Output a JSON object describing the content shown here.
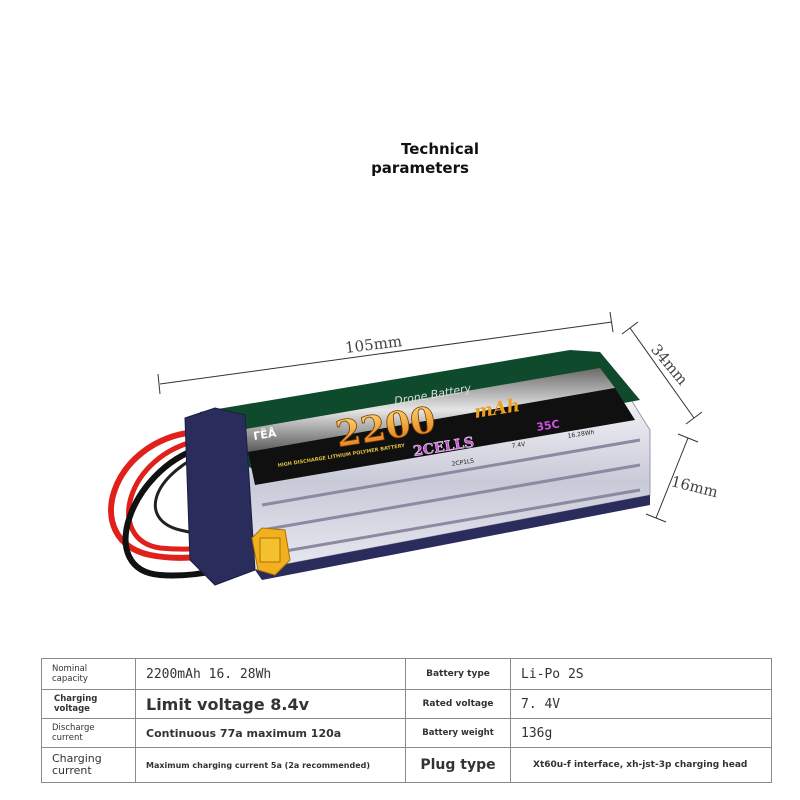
{
  "header": {
    "title_line1": "Technical",
    "title_line2": "parameters"
  },
  "dimensions": {
    "length": "105mm",
    "width": "34mm",
    "height": "16mm"
  },
  "battery_label": {
    "brand": "ГЁÅ",
    "product": "Drone Battery",
    "capacity": "2200",
    "unit": "mAh",
    "cells": "2CELLS",
    "c_rating": "35C",
    "voltage": "7.4V",
    "energy": "16.28Wh",
    "config": "2CP1LS",
    "subtitle": "HIGH DISCHARGE LITHIUM POLYMER BATTERY"
  },
  "colors": {
    "label_green": "#0f4a2c",
    "capacity_orange": "#f0a020",
    "cap_navy": "#2a2d5c",
    "wire_red": "#e0201a",
    "connector_yellow": "#f0b020"
  },
  "specs": [
    {
      "label": "Nominal capacity",
      "value": "2200mAh 16. 28Wh",
      "label2": "Battery type",
      "value2": "Li-Po 2S"
    },
    {
      "label": "Charging voltage",
      "value": "Limit voltage 8.4v",
      "label2": "Rated voltage",
      "value2": "7. 4V"
    },
    {
      "label": "Discharge current",
      "value": "Continuous 77a maximum 120a",
      "label2": "Battery weight",
      "value2": "136g"
    },
    {
      "label": "Charging current",
      "value": "Maximum charging current 5a (2a recommended)",
      "label2": "Plug type",
      "value2": "Xt60u-f interface, xh-jst-3p charging head"
    }
  ]
}
